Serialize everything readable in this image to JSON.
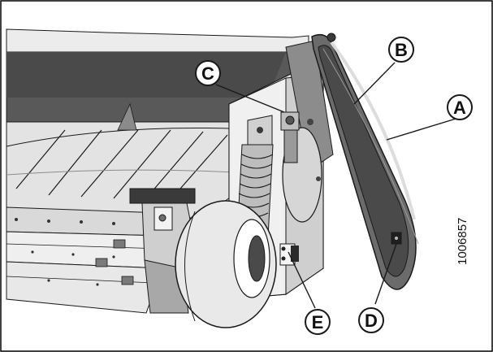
{
  "callouts": [
    {
      "letter": "A",
      "part": "end-panel-outer-edge"
    },
    {
      "letter": "B",
      "part": "end-panel-shield-upper"
    },
    {
      "letter": "C",
      "part": "hinge-bolt"
    },
    {
      "letter": "D",
      "part": "end-panel-latch"
    },
    {
      "letter": "E",
      "part": "transport-latch-block"
    }
  ],
  "figure_id": "1006857",
  "colors": {
    "line": "#1a1a1a",
    "light_gray": "#e6e6e6",
    "mid_gray": "#bdbdbd",
    "dark_gray": "#6e6e6e",
    "shadow": "#3c3c3c"
  }
}
